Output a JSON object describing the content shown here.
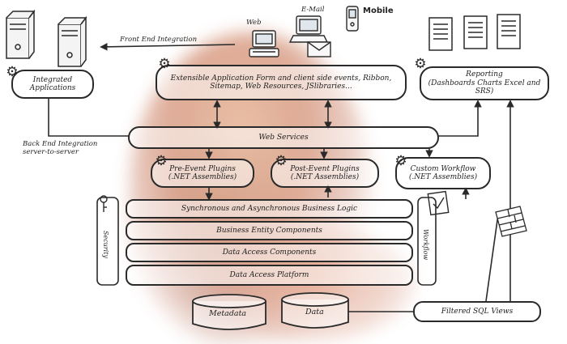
{
  "top_labels": {
    "front_end_integration": "Front End Integration",
    "web": "Web",
    "email": "E-Mail",
    "mobile": "Mobile",
    "back_end_integration": "Back End Integration\nserver-to-server"
  },
  "boxes": {
    "integrated_applications": "Integrated\nApplications",
    "extensible_application": "Extensible Application  Form and client side events, Ribbon,\nSitemap, Web Resources, JSlibraries...",
    "reporting": "Reporting\n(Dashboards Charts Excel and\nSRS)",
    "web_services": "Web Services",
    "pre_event_plugins": "Pre-Event Plugins\n(.NET Assemblies)",
    "post_event_plugins": "Post-Event Plugins\n(.NET Assemblies)",
    "custom_workflow": "Custom Workflow\n(.NET Assemblies)",
    "sync_async_logic": "Synchronous and Asynchronous Business Logic",
    "business_entity": "Business Entity Components",
    "data_access_components": "Data Access Components",
    "data_access_platform": "Data Access Platform",
    "metadata": "Metadata",
    "data": "Data",
    "filtered_sql_views": "Filtered SQL Views"
  },
  "side_labels": {
    "security": "Security",
    "workflow": "Workflow"
  },
  "icons": {
    "servers": "server-icon",
    "gears": "gear-icon",
    "documents": "document-icon",
    "web_computer": "computer-icon",
    "email_envelope": "envelope-icon",
    "mobile_phone": "mobile-phone-icon",
    "lock": "lock-icon",
    "firewall": "firewall-icon",
    "checklist": "checklist-icon"
  }
}
